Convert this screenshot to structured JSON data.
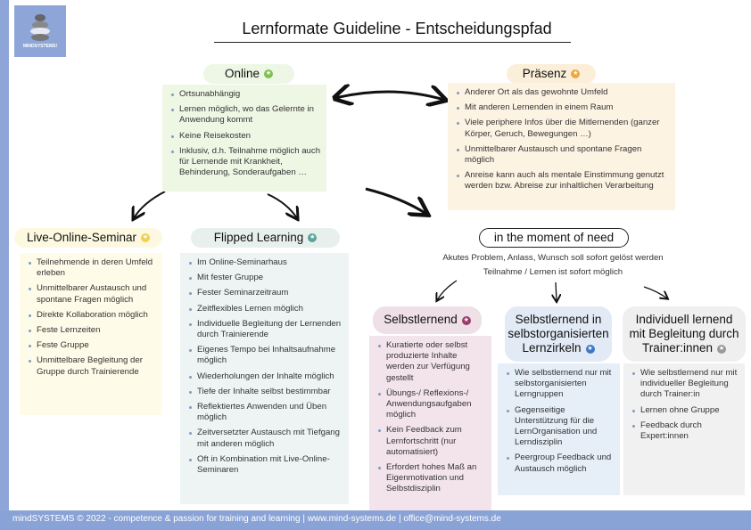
{
  "logo": {
    "text": "MINDSYSTEMS!"
  },
  "title": "Lernformate Guideline - Entscheidungspfad",
  "online": {
    "label": "Online",
    "items": [
      "Ortsunabhängig",
      "Lernen möglich, wo das Gelernte in Anwendung kommt",
      "Keine Reisekosten",
      "Inklusiv, d.h. Teilnahme möglich auch für Lernende mit Krankheit, Behinderung, Sonderaufgaben …"
    ],
    "color": "#7cc24e"
  },
  "praesenz": {
    "label": "Präsenz",
    "items": [
      "Anderer Ort als das gewohnte Umfeld",
      "Mit anderen Lernenden in einem Raum",
      "Viele periphere Infos über die Mitlernenden (ganzer Körper, Geruch, Bewegungen …)",
      "Unmittelbarer Austausch und spontane Fragen möglich",
      "Anreise kann auch als mentale Einstimmung genutzt werden bzw. Abreise zur inhaltlichen Verarbeitung"
    ],
    "color": "#f0a43c"
  },
  "live": {
    "label": "Live-Online-Seminar",
    "items": [
      "Teilnehmende in deren Umfeld erleben",
      "Unmittelbarer Austausch und spontane Fragen möglich",
      "Direkte Kollaboration möglich",
      "Feste Lernzeiten",
      "Feste Gruppe",
      "Unmittelbare Begleitung der Gruppe durch Trainierende"
    ],
    "color": "#f2d14a"
  },
  "flipped": {
    "label": "Flipped Learning",
    "items": [
      "Im Online-Seminarhaus",
      "Mit fester Gruppe",
      "Fester Seminarzeitraum",
      "Zeitflexibles Lernen möglich",
      "Individuelle Begleitung der Lernenden durch Trainierende",
      "Eigenes Tempo bei Inhaltsaufnahme möglich",
      "Wiederholungen der Inhalte möglich",
      "Tiefe der Inhalte selbst bestimmbar",
      "Reflektiertes Anwenden und Üben möglich",
      "Zeitversetzter Austausch mit Tiefgang mit anderen möglich",
      "Oft in Kombination mit Live-Online-Seminaren"
    ],
    "color": "#5aa39a"
  },
  "need": {
    "label": "in the moment of need",
    "line1": "Akutes Problem, Anlass, Wunsch soll sofort gelöst werden",
    "line2": "Teilnahme / Lernen ist sofort möglich"
  },
  "selbst": {
    "label": "Selbstlernend",
    "items": [
      "Kuratierte oder selbst produzierte Inhalte werden zur Verfügung gestellt",
      "Übungs-/ Reflexions-/ Anwendungsaufgaben möglich",
      "Kein Feedback zum Lernfortschritt (nur automatisiert)",
      "Erfordert hohes Maß an Eigenmotivation und Selbstdisziplin"
    ],
    "color": "#9b3a6e"
  },
  "zirkel": {
    "label": "Selbstlernend in selbstorganisierten Lernzirkeln",
    "items": [
      "Wie selbstlernend nur mit selbstorganisierten Lerngruppen",
      "Gegenseitige Unterstützung für die LernOrganisation und Lerndisziplin",
      "Peergroup Feedback und Austausch möglich"
    ],
    "color": "#3f78c4"
  },
  "indiv": {
    "label": "Individuell lernend mit Begleitung durch Trainer:innen",
    "items": [
      "Wie selbstlernend nur mit individueller Begleitung durch Trainer:in",
      "Lernen ohne Gruppe",
      "Feedback durch Expert:innen"
    ],
    "color": "#999999"
  },
  "footer": {
    "text": "mindSYSTEMS © 2022 - competence & passion for training and learning | ",
    "web": "www.mind-systems.de",
    "sep": " | ",
    "mail": "office@mind-systems.de"
  }
}
